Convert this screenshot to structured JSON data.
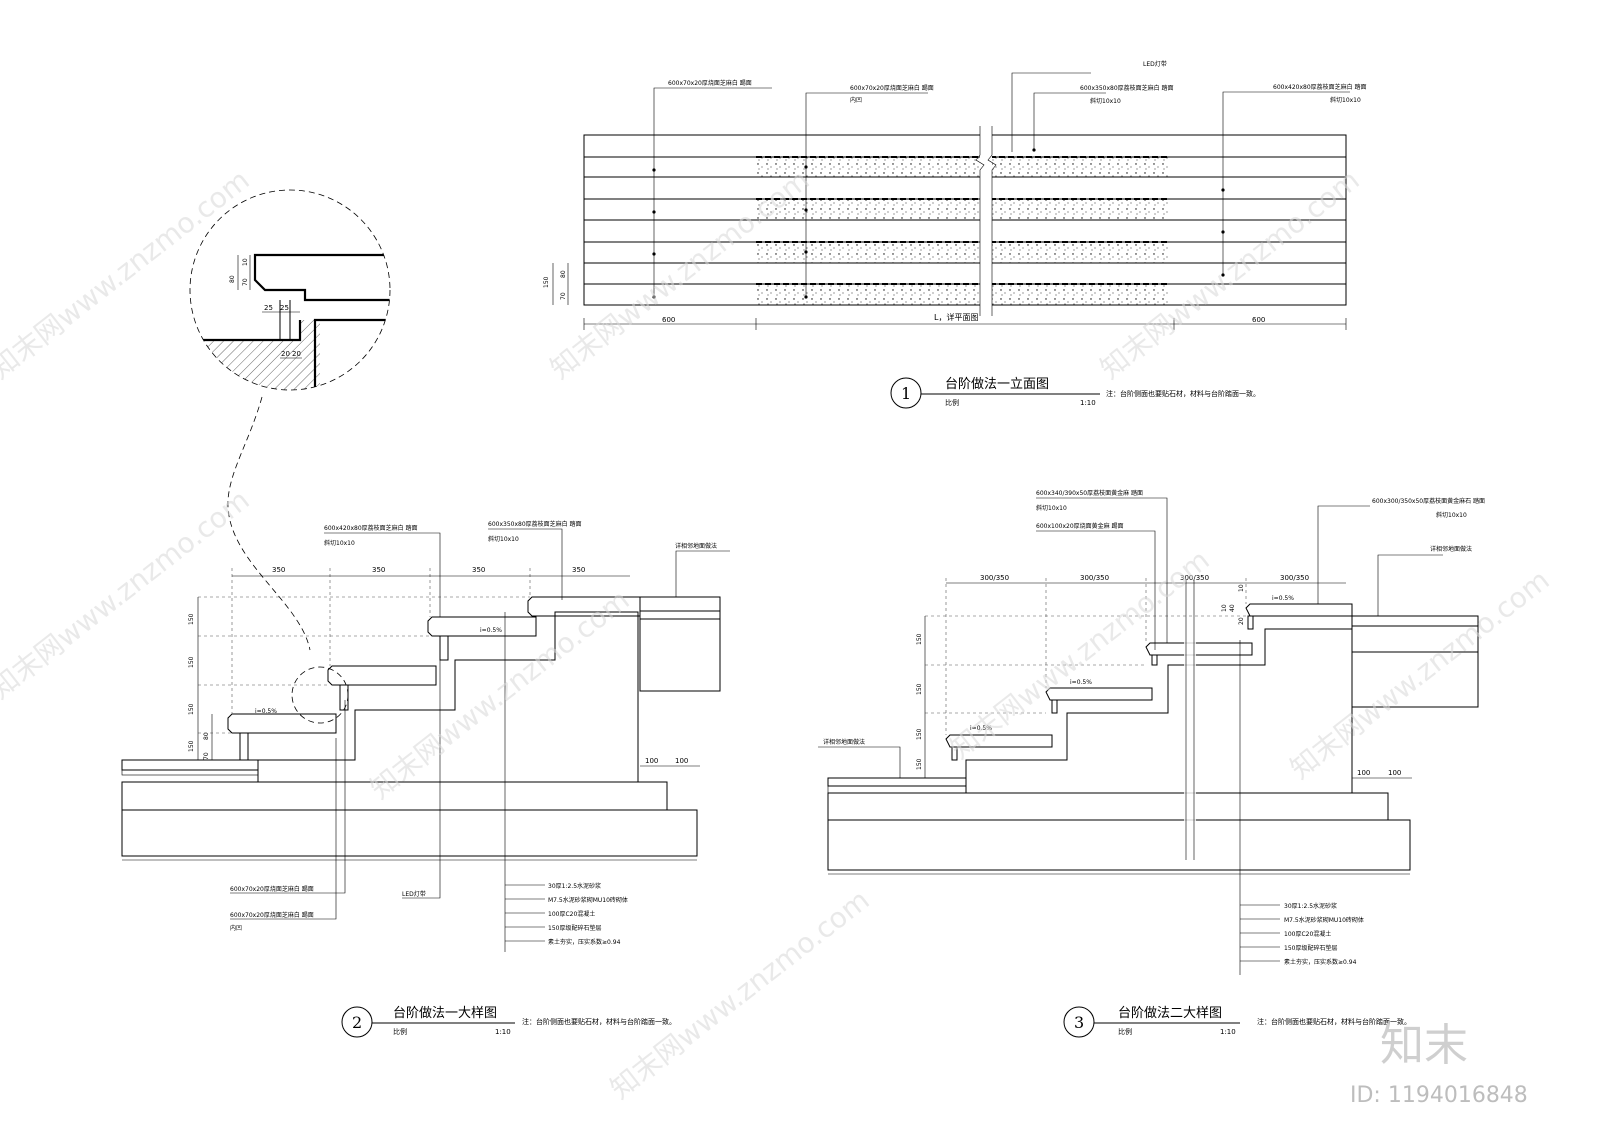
{
  "drawing1": {
    "number": "1",
    "title": "台阶做法一立面图",
    "scale_label": "比例",
    "scale": "1:10",
    "note": "注：台阶侧面也要贴石材，材料与台阶踏面一致。",
    "callouts": [
      {
        "line1": "600x70x20厚烧面芝麻白 踢面",
        "line2": ""
      },
      {
        "line1": "600x70x20厚烧面芝麻白 踢面",
        "line2": "内凹"
      },
      {
        "line1": "LED灯带",
        "line2": ""
      },
      {
        "line1": "600x350x80厚荔枝面芝麻白 踏面",
        "line2": "斜切10x10"
      },
      {
        "line1": "600x420x80厚荔枝面芝麻白 踏面",
        "line2": "斜切10x10"
      }
    ],
    "dims": {
      "left": "600",
      "middle": "L，详平面图",
      "right": "600",
      "h1": "150",
      "h2": "80",
      "h3": "70"
    }
  },
  "detail": {
    "d80": "80",
    "d70": "70",
    "d10": "10",
    "d25a": "25",
    "d25b": "25",
    "d20a": "20",
    "d20b": "20"
  },
  "drawing2": {
    "number": "2",
    "title": "台阶做法一大样图",
    "scale_label": "比例",
    "scale": "1:10",
    "note": "注：台阶侧面也要贴石材，材料与台阶踏面一致。",
    "top_callouts": [
      {
        "line1": "600x420x80厚荔枝面芝麻白 踏面",
        "line2": "斜切10x10"
      },
      {
        "line1": "600x350x80厚荔枝面芝麻白 踏面",
        "line2": "斜切10x10"
      },
      {
        "line1": "详相邻地面做法",
        "line2": ""
      }
    ],
    "widths": [
      "350",
      "350",
      "350",
      "350"
    ],
    "heights": [
      "150",
      "150",
      "150",
      "150",
      "80",
      "70"
    ],
    "slope": "i=0.5%",
    "base_dims": [
      "100",
      "100"
    ],
    "bottom_callouts": [
      {
        "line1": "600x70x20厚烧面芝麻白 踢面",
        "line2": ""
      },
      {
        "line1": "600x70x20厚烧面芝麻白 踢面",
        "line2": "内凹"
      },
      {
        "line1": "LED灯带",
        "line2": ""
      }
    ],
    "layers": [
      "30厚1:2.5水泥砂浆",
      "M7.5水泥砂浆砌MU10砖砌体",
      "100厚C20混凝土",
      "150厚级配碎石垫层",
      "素土夯实，压实系数≥0.94"
    ]
  },
  "drawing3": {
    "number": "3",
    "title": "台阶做法二大样图",
    "scale_label": "比例",
    "scale": "1:10",
    "note": "注：台阶侧面也要贴石材，材料与台阶踏面一致。",
    "top_callouts": [
      {
        "line1": "600x340/390x50厚荔枝面黄金麻 踏面",
        "line2": "斜切10x10"
      },
      {
        "line1": "600x100x20厚烧面黄金麻 踢面",
        "line2": ""
      },
      {
        "line1": "600x300/350x50厚荔枝面黄金麻石 踏面",
        "line2": "斜切10x10"
      },
      {
        "line1": "详相邻地面做法",
        "line2": ""
      },
      {
        "line1": "详相邻地面做法",
        "line2": ""
      }
    ],
    "widths": [
      "300/350",
      "300/350",
      "300/350",
      "300/350"
    ],
    "heights": [
      "150",
      "150",
      "150",
      "150"
    ],
    "small_dims": [
      "10",
      "10",
      "20",
      "40"
    ],
    "slope": "i=0.5%",
    "base_dims": [
      "100",
      "100"
    ],
    "layers": [
      "30厚1:2.5水泥砂浆",
      "M7.5水泥砂浆砌MU10砖砌体",
      "100厚C20混凝土",
      "150厚级配碎石垫层",
      "素土夯实，压实系数≥0.94"
    ]
  },
  "watermark": {
    "site": "知末网www.znzmo.com",
    "logo": "知末",
    "id": "ID: 1194016848"
  }
}
